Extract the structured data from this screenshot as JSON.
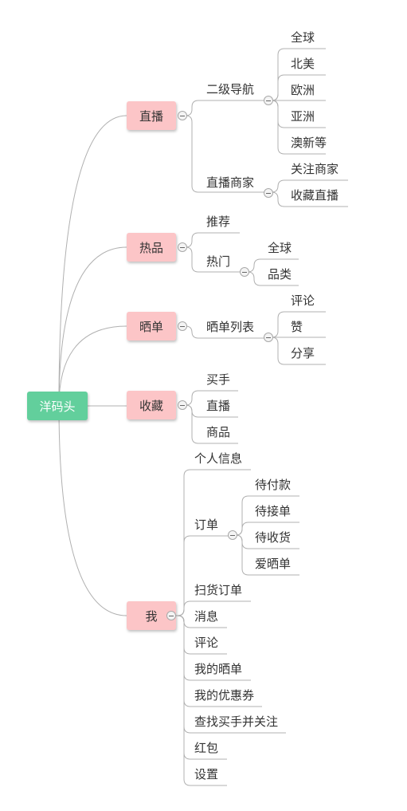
{
  "mindmap": {
    "root": "洋码头",
    "live": {
      "label": "直播",
      "nav": {
        "label": "二级导航",
        "children": [
          "全球",
          "北美",
          "欧洲",
          "亚洲",
          "澳新等"
        ]
      },
      "merchant": {
        "label": "直播商家",
        "children": [
          "关注商家",
          "收藏直播"
        ]
      }
    },
    "hot": {
      "label": "热品",
      "recommend": "推荐",
      "popular": {
        "label": "热门",
        "children": [
          "全球",
          "品类"
        ]
      }
    },
    "show": {
      "label": "晒单",
      "list": {
        "label": "晒单列表",
        "children": [
          "评论",
          "赞",
          "分享"
        ]
      }
    },
    "fav": {
      "label": "收藏",
      "children": [
        "买手",
        "直播",
        "商品"
      ]
    },
    "me": {
      "label": "我",
      "profile": "个人信息",
      "orders": {
        "label": "订单",
        "children": [
          "待付款",
          "待接单",
          "待收货",
          "爱晒单"
        ]
      },
      "items": [
        "扫货订单",
        "消息",
        "评论",
        "我的晒单",
        "我的优惠券",
        "查找买手并关注",
        "红包",
        "设置"
      ]
    }
  },
  "colors": {
    "root": "#62cf9c",
    "main": "#fcc5c7",
    "line": "#b0b0b0"
  }
}
